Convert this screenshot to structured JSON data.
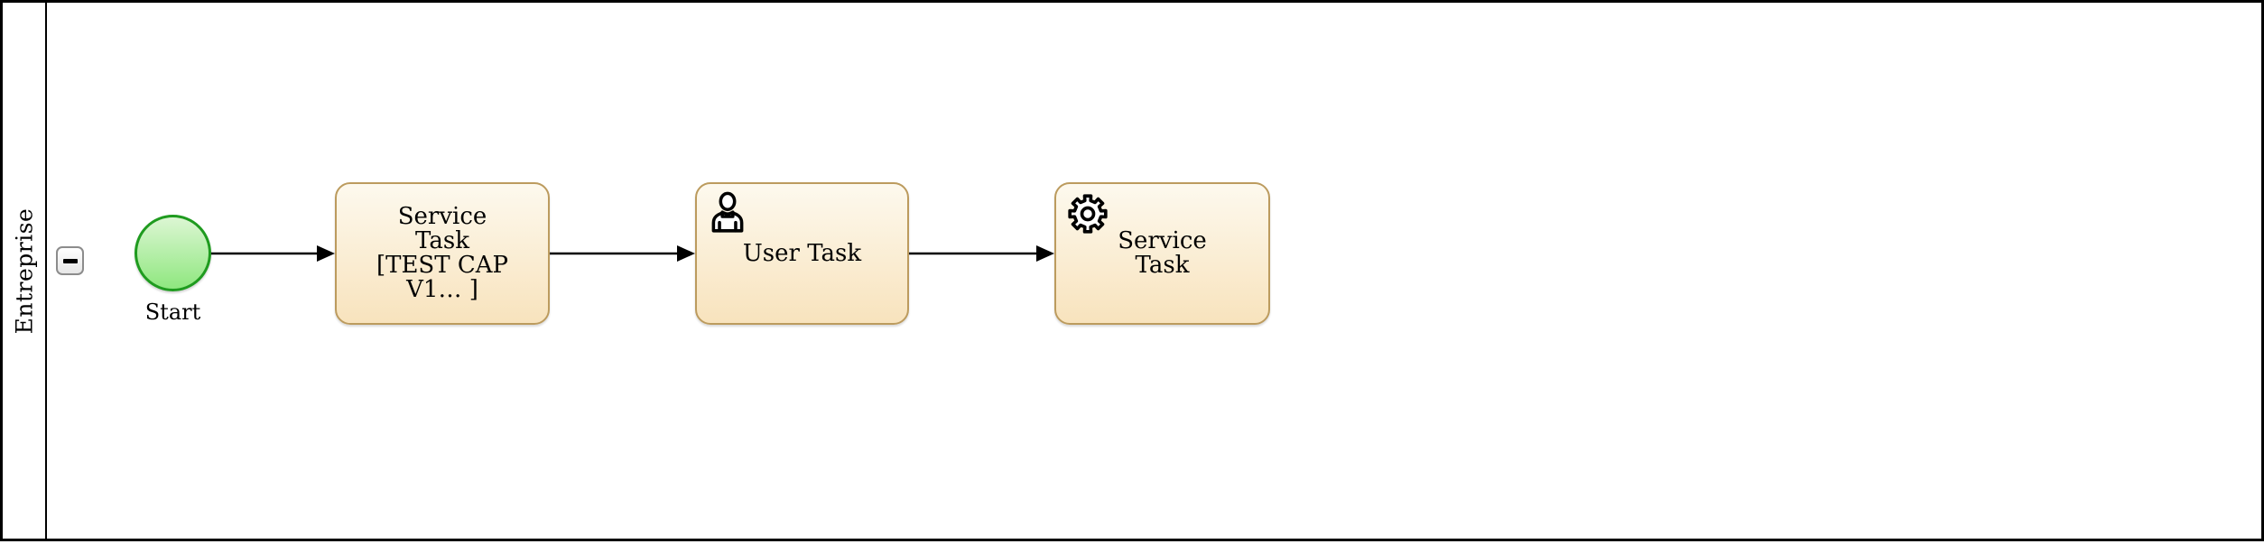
{
  "pool": {
    "lane_label": "Entreprise",
    "collapse_button": {
      "symbol": "−",
      "icon": "minus-icon"
    }
  },
  "start_event": {
    "label": "Start"
  },
  "tasks": [
    {
      "id": "service-task-1",
      "lines": [
        "Service",
        "Task",
        "[TEST CAP",
        "V1… ]"
      ],
      "icon": "none"
    },
    {
      "id": "user-task",
      "lines": [
        "User Task"
      ],
      "icon": "user-icon"
    },
    {
      "id": "service-task-2",
      "lines": [
        "Service",
        "Task"
      ],
      "icon": "gear-icon"
    }
  ],
  "colors": {
    "task_border": "#bc9b5e",
    "task_fill_top": "#fdf9ee",
    "task_fill_bottom": "#f8e3bd",
    "event_border": "#1f9b1f",
    "event_fill_top": "#dcf6d3",
    "event_fill_bottom": "#8fe77f",
    "flow": "#000000"
  }
}
